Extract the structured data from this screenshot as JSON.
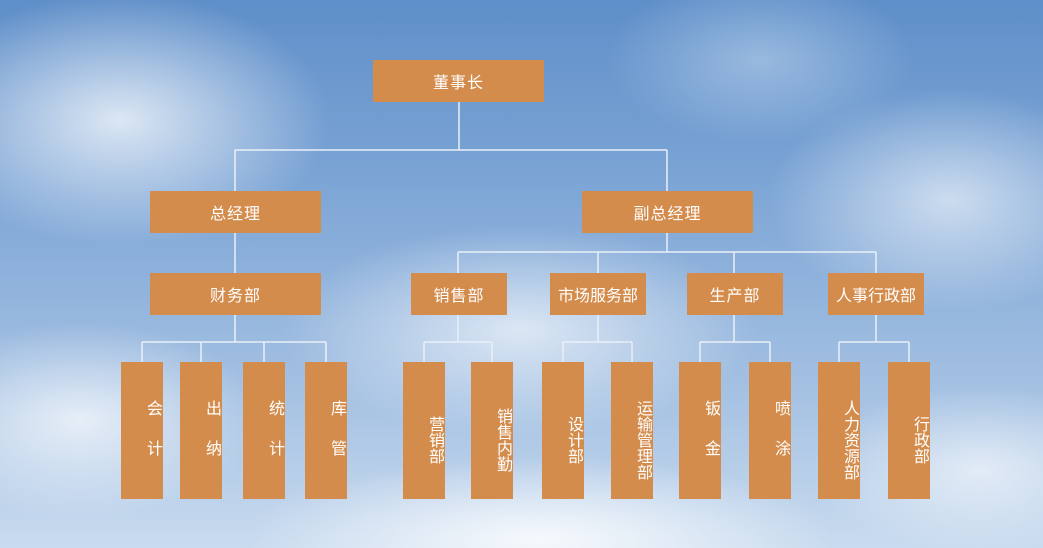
{
  "chart": {
    "root": "董事长",
    "level1": {
      "left": "总经理",
      "right": "副总经理"
    },
    "level2": {
      "finance": "财务部",
      "sales": "销售部",
      "market_service": "市场服务部",
      "production": "生产部",
      "hr_admin": "人事行政部"
    },
    "level3": {
      "accounting": "会计",
      "cashier": "出纳",
      "statistics": "统计",
      "warehouse": "库管",
      "marketing": "营销部",
      "sales_internal": "销售内勤",
      "design": "设计部",
      "transport": "运输管理部",
      "sheet_metal": "钣金",
      "spraying": "喷涂",
      "human_resources": "人力资源部",
      "administration": "行政部"
    }
  }
}
